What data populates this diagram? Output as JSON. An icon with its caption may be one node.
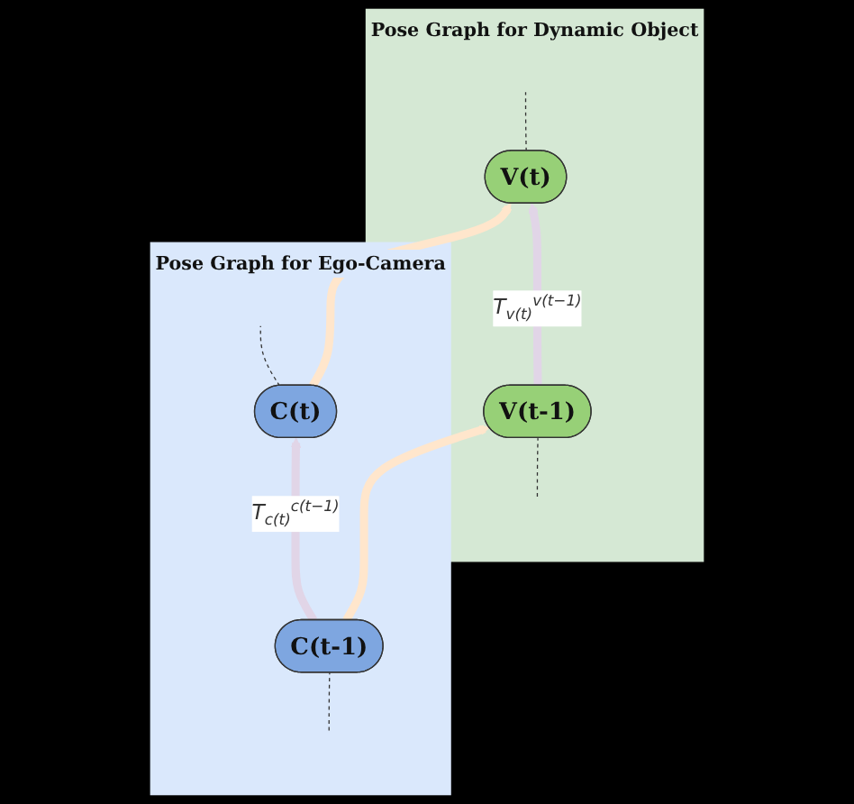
{
  "diagram": {
    "nodes": [
      {
        "text": [
          "Pose Graph for Ego-Camera"
        ]
      },
      {
        "text": [
          "C(t)"
        ],
        "in": 0
      },
      {
        "text": [
          "C(t-1)"
        ],
        "in": 0
      },
      {
        "text": [
          "Pose Graph for Dynamic Object"
        ]
      },
      {
        "text": [
          "V(t)"
        ],
        "in": 3
      },
      {
        "text": [
          "V(t-1)"
        ],
        "in": 3
      }
    ],
    "edges": [
      {
        "from": 1,
        "to": null,
        "arrow": "none",
        "style": "dashed"
      },
      {
        "from": 4,
        "to": null,
        "arrow": "none",
        "style": "dashed"
      },
      {
        "from": 1,
        "to": 4,
        "arrow": "to",
        "style": "thick",
        "color": "#ffe6cc"
      },
      {
        "from": 2,
        "to": 1,
        "arrow": "to",
        "style": "thick",
        "color": "#e1d5e7",
        "label": "T$_{c(t)}$$^{c(t−1)}$"
      },
      {
        "from": 5,
        "to": 4,
        "arrow": "to",
        "style": "thick",
        "color": "#e1d5e7",
        "label": "T$_{v(t)}$$^{v(t−1)}$"
      },
      {
        "from": 2,
        "to": 5,
        "arrow": "to",
        "style": "thick",
        "color": "#ffe6cc"
      },
      {
        "from": null,
        "to": 2,
        "arrow": "none",
        "style": "dashed"
      },
      {
        "from": null,
        "to": 5,
        "arrow": "none",
        "style": "dashed"
      }
    ]
  }
}
